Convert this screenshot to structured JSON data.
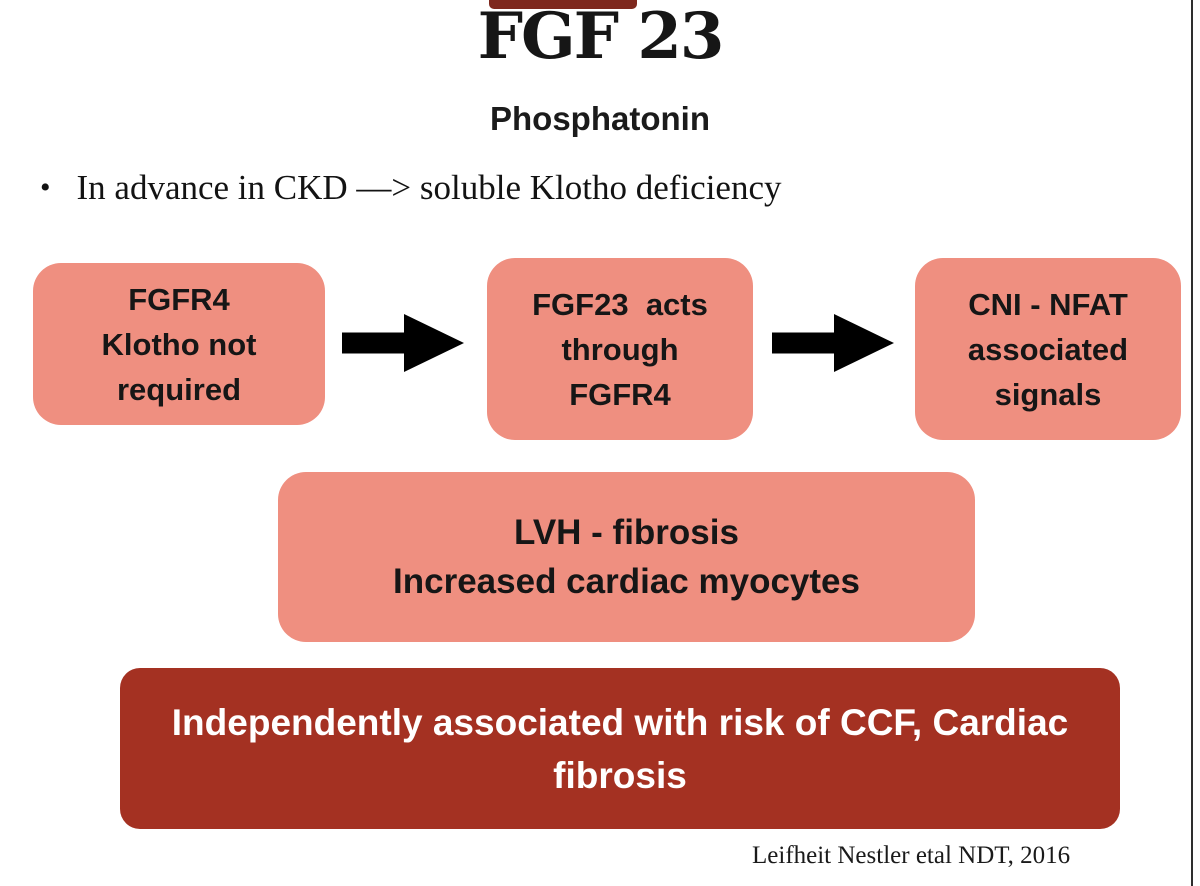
{
  "slide": {
    "title": "FGF 23",
    "subtitle": "Phosphatonin",
    "bullet": {
      "marker": "•",
      "text": "In advance in CKD —> soluble Klotho deficiency"
    },
    "flow_boxes": [
      {
        "lines": [
          "FGFR4",
          "Klotho not",
          "required"
        ]
      },
      {
        "lines": [
          "FGF23  acts",
          "through",
          "FGFR4"
        ]
      },
      {
        "lines": [
          "CNI - NFAT",
          "associated",
          "signals"
        ]
      }
    ],
    "result_box": {
      "lines": [
        "LVH - fibrosis",
        "Increased cardiac myocytes"
      ]
    },
    "conclusion_box": {
      "text": "Independently associated with risk of CCF, Cardiac fibrosis"
    },
    "citation": "Leifheit Nestler etal NDT, 2016",
    "colors": {
      "salmon": "#EF8F80",
      "dark_red": "#A43122",
      "top_bar": "#7E281D",
      "text_black": "#141414",
      "white": "#FFFFFF"
    }
  }
}
